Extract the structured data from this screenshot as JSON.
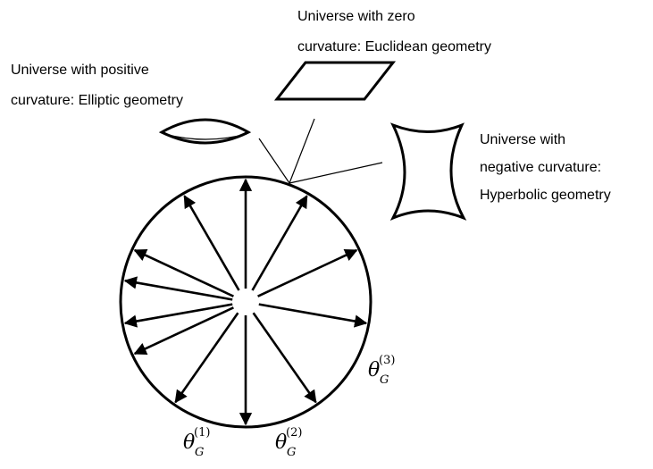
{
  "labels": {
    "zero": [
      "Universe with zero",
      "curvature: Euclidean geometry"
    ],
    "positive": [
      "Universe with positive",
      "curvature: Elliptic geometry"
    ],
    "negative": [
      "Universe with",
      "negative curvature:",
      "Hyperbolic geometry"
    ]
  },
  "thetas": [
    {
      "symbol": "θ",
      "sub": "G",
      "sup": "(1)"
    },
    {
      "symbol": "θ",
      "sub": "G",
      "sup": "(2)"
    },
    {
      "symbol": "θ",
      "sub": "G",
      "sup": "(3)"
    }
  ],
  "colors": {
    "ink": "#000000",
    "background": "#ffffff"
  }
}
